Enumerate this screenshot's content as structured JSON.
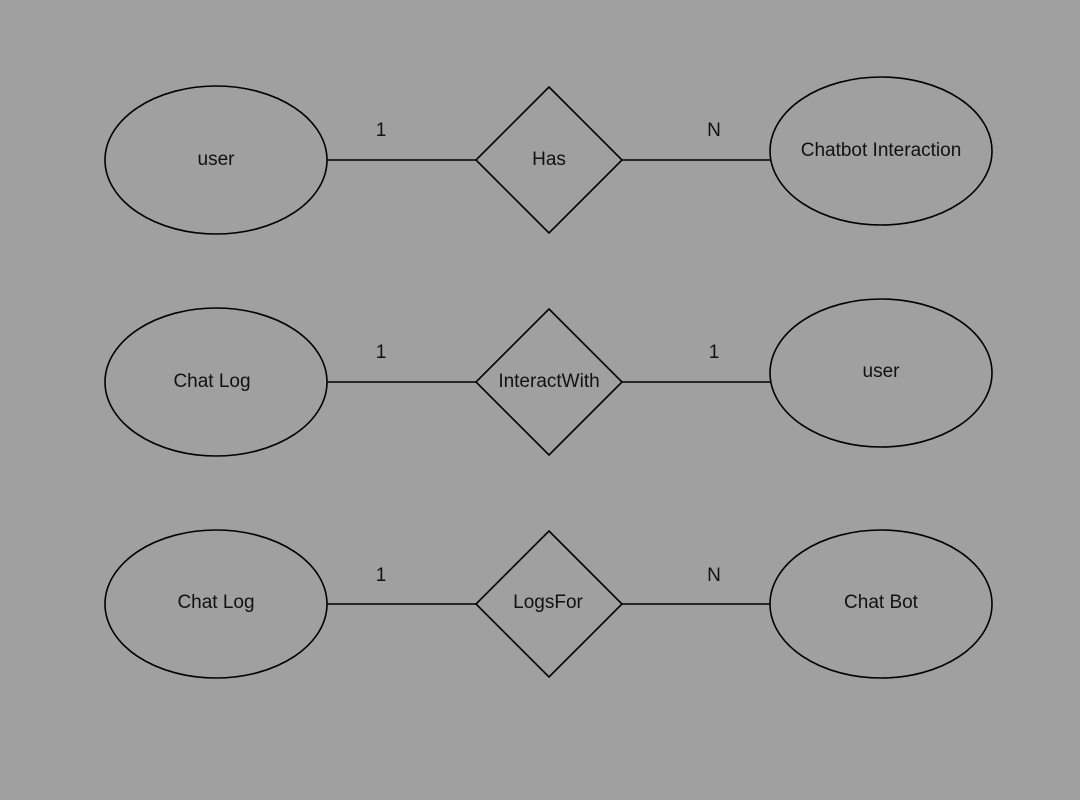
{
  "diagram": {
    "rows": [
      {
        "left_entity": "user",
        "relationship": "Has",
        "right_entity": "Chatbot Interaction",
        "left_cardinality": "1",
        "right_cardinality": "N"
      },
      {
        "left_entity": "Chat Log",
        "relationship": "InteractWith",
        "right_entity": "user",
        "left_cardinality": "1",
        "right_cardinality": "1"
      },
      {
        "left_entity": "Chat Log",
        "relationship": "LogsFor",
        "right_entity": "Chat Bot",
        "left_cardinality": "1",
        "right_cardinality": "N"
      }
    ]
  }
}
